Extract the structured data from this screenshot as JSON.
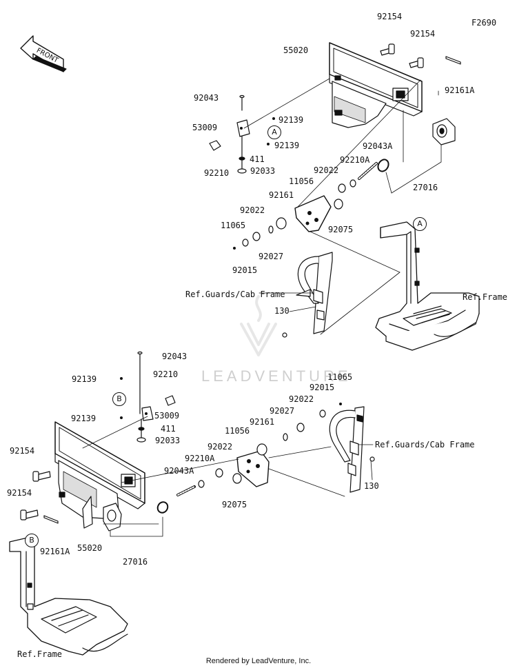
{
  "figure_code": "F2690",
  "front_label": "FRONT",
  "callouts": {
    "a": "A",
    "b": "B"
  },
  "labels": {
    "p92154_a": "92154",
    "p92154_b": "92154",
    "p55020_top": "55020",
    "p92161a_top": "92161A",
    "p92043_top": "92043",
    "p53009_top": "53009",
    "p92139_a": "92139",
    "p92139_b": "92139",
    "p411_top": "411",
    "p92033_top": "92033",
    "p92210_top": "92210",
    "p92043a_top": "92043A",
    "p92210a_top": "92210A",
    "p92022_a": "92022",
    "p11056_top": "11056",
    "p92161_top": "92161",
    "p92022_b": "92022",
    "p11065_top": "11065",
    "p92075_top": "92075",
    "p92027_top": "92027",
    "p92015_top": "92015",
    "p27016_top": "27016",
    "p130_top": "130",
    "ref_guards_top": "Ref.Guards/Cab Frame",
    "ref_frame_top": "Ref.Frame",
    "p92043_bot": "92043",
    "p92139_c": "92139",
    "p92210_bot": "92210",
    "p92139_d": "92139",
    "p53009_bot": "53009",
    "p411_bot": "411",
    "p92033_bot": "92033",
    "p11065_bot": "11065",
    "p92015_bot": "92015",
    "p92022_c": "92022",
    "p92027_bot": "92027",
    "p92161_bot": "92161",
    "p11056_bot": "11056",
    "p92022_d": "92022",
    "p92210a_bot": "92210A",
    "p92043a_bot": "92043A",
    "p92075_bot": "92075",
    "p92154_c": "92154",
    "p92154_d": "92154",
    "p92161a_bot": "92161A",
    "p55020_bot": "55020",
    "p27016_bot": "27016",
    "ref_guards_bot": "Ref.Guards/Cab Frame",
    "p130_bot": "130",
    "ref_frame_bot": "Ref.Frame"
  },
  "watermark": "LEADVENTURE",
  "footer": "Rendered by LeadVenture, Inc."
}
